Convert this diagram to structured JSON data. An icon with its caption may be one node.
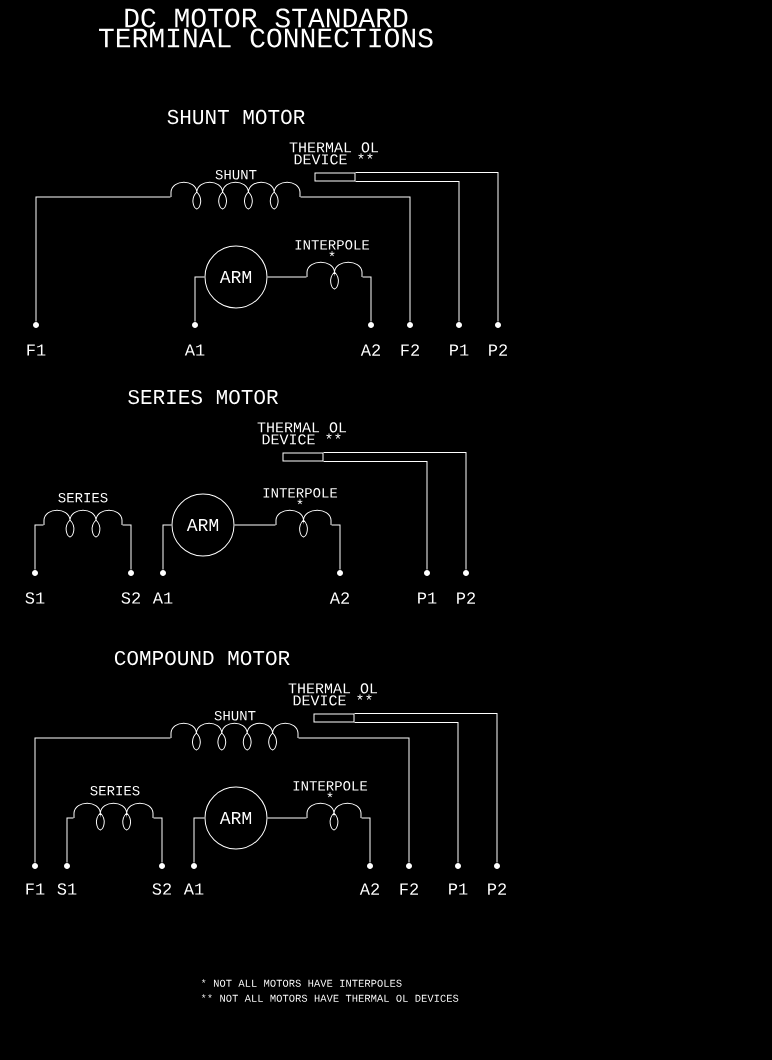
{
  "diagram": {
    "title": "DC MOTOR STANDARD TERMINAL CONNECTIONS",
    "nodes": [
      {
        "text": [
          "THERMAL OL DEVICE **"
        ]
      },
      {
        "text": [
          "SHUNT"
        ]
      },
      {
        "text": [
          "INTERPOLE *"
        ]
      },
      {
        "text": [
          "ARM"
        ]
      },
      {
        "text": [
          "F1"
        ]
      },
      {
        "text": [
          "A1"
        ]
      },
      {
        "text": [
          "A2"
        ]
      },
      {
        "text": [
          "F2"
        ]
      },
      {
        "text": [
          "P1"
        ]
      },
      {
        "text": [
          "P2"
        ]
      },
      {
        "text": [
          "THERMAL OL DEVICE **"
        ]
      },
      {
        "text": [
          "SERIES"
        ]
      },
      {
        "text": [
          "ARM"
        ]
      },
      {
        "text": [
          "INTERPOLE *"
        ]
      },
      {
        "text": [
          "S1"
        ]
      },
      {
        "text": [
          "S2"
        ]
      },
      {
        "text": [
          "A1"
        ]
      },
      {
        "text": [
          "A2"
        ]
      },
      {
        "text": [
          "P1"
        ]
      },
      {
        "text": [
          "P2"
        ]
      },
      {
        "text": [
          "THERMAL OL DEVICE **"
        ]
      },
      {
        "text": [
          "SHUNT"
        ]
      },
      {
        "text": [
          "SERIES"
        ]
      },
      {
        "text": [
          "ARM"
        ]
      },
      {
        "text": [
          "INTERPOLE *"
        ]
      },
      {
        "text": [
          "F1"
        ]
      },
      {
        "text": [
          "S1"
        ]
      },
      {
        "text": [
          "S2"
        ]
      },
      {
        "text": [
          "A1"
        ]
      },
      {
        "text": [
          "A2"
        ]
      },
      {
        "text": [
          "F2"
        ]
      },
      {
        "text": [
          "P1"
        ]
      },
      {
        "text": [
          "P2"
        ]
      }
    ],
    "edges": [
      {
        "from": 4,
        "to": 1,
        "arrow": "none"
      },
      {
        "from": 1,
        "to": 7,
        "arrow": "none"
      },
      {
        "from": 5,
        "to": 3,
        "arrow": "none"
      },
      {
        "from": 3,
        "to": 2,
        "arrow": "none"
      },
      {
        "from": 2,
        "to": 6,
        "arrow": "none"
      },
      {
        "from": 0,
        "to": 8,
        "arrow": "none"
      },
      {
        "from": 0,
        "to": 9,
        "arrow": "none"
      },
      {
        "from": 14,
        "to": 11,
        "arrow": "none"
      },
      {
        "from": 11,
        "to": 15,
        "arrow": "none"
      },
      {
        "from": 16,
        "to": 12,
        "arrow": "none"
      },
      {
        "from": 12,
        "to": 13,
        "arrow": "none"
      },
      {
        "from": 13,
        "to": 17,
        "arrow": "none"
      },
      {
        "from": 10,
        "to": 18,
        "arrow": "none"
      },
      {
        "from": 10,
        "to": 19,
        "arrow": "none"
      },
      {
        "from": 25,
        "to": 21,
        "arrow": "none"
      },
      {
        "from": 21,
        "to": 30,
        "arrow": "none"
      },
      {
        "from": 26,
        "to": 22,
        "arrow": "none"
      },
      {
        "from": 22,
        "to": 27,
        "arrow": "none"
      },
      {
        "from": 28,
        "to": 23,
        "arrow": "none"
      },
      {
        "from": 23,
        "to": 24,
        "arrow": "none"
      },
      {
        "from": 24,
        "to": 29,
        "arrow": "none"
      },
      {
        "from": 20,
        "to": 31,
        "arrow": "none"
      },
      {
        "from": 20,
        "to": 32,
        "arrow": "none"
      }
    ],
    "labels": [
      "SHUNT MOTOR",
      "SERIES MOTOR",
      "COMPOUND MOTOR",
      "* NOT ALL MOTORS HAVE INTERPOLES",
      "** NOT ALL MOTORS HAVE THERMAL OL DEVICES"
    ]
  }
}
